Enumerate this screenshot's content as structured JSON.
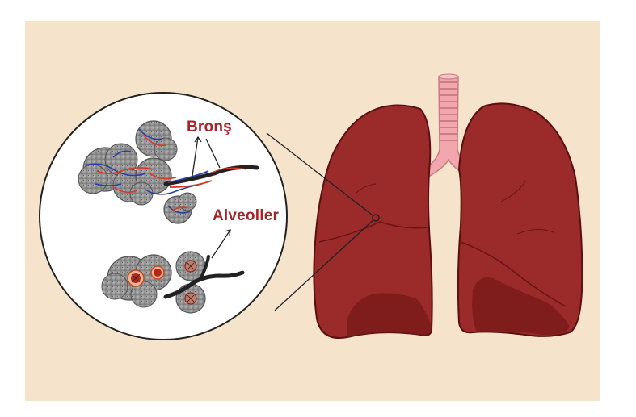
{
  "labels": {
    "bronchus": "Bronş",
    "alveoli": "Alveoller"
  },
  "colors": {
    "background": "#f6e3cc",
    "lung": "#9b2a2a",
    "lung_shadow": "#7a1a1a",
    "lung_outline": "#5a1010",
    "trachea": "#f1a7ad",
    "alveoli": "#8f8f8f",
    "artery": "#d33a2c",
    "vein": "#2d3ea0",
    "label": "#a3262a"
  },
  "icons": [
    "lung-icon",
    "trachea-icon",
    "magnifier-circle",
    "alveoli-cluster-icon",
    "bronchiole-icon"
  ]
}
